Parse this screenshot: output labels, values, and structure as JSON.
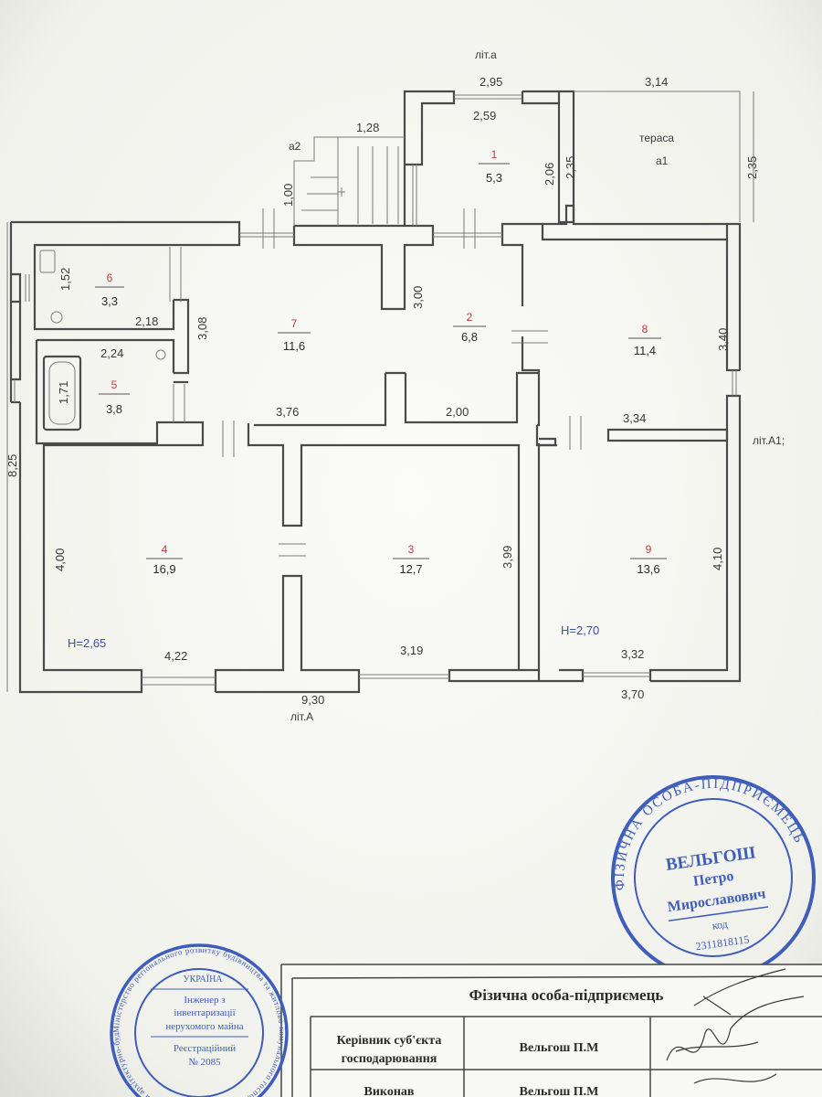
{
  "labels": {
    "lit_a_small": "літ.а",
    "lit_A": "літ.А",
    "lit_A1": "літ.А1;",
    "a2": "а2",
    "terrace_name": "тераса",
    "terrace_code": "а1",
    "h_left": "Н=2,65",
    "h_right": "Н=2,70"
  },
  "rooms": [
    {
      "num": "1",
      "area": "5,3"
    },
    {
      "num": "2",
      "area": "6,8"
    },
    {
      "num": "3",
      "area": "12,7"
    },
    {
      "num": "4",
      "area": "16,9"
    },
    {
      "num": "5",
      "area": "3,8"
    },
    {
      "num": "6",
      "area": "3,3"
    },
    {
      "num": "7",
      "area": "11,6"
    },
    {
      "num": "8",
      "area": "11,4"
    },
    {
      "num": "9",
      "area": "13,6"
    }
  ],
  "dims": {
    "d295": "2,95",
    "d314": "3,14",
    "d259": "2,59",
    "d128": "1,28",
    "d206": "2,06",
    "d235a": "2,35",
    "d235b": "2,35",
    "d100": "1,00",
    "d152": "1,52",
    "d218": "2,18",
    "d308": "3,08",
    "d300": "3,00",
    "d340": "3,40",
    "d224": "2,24",
    "d171": "1,71",
    "d376": "3,76",
    "d200": "2,00",
    "d334": "3,34",
    "d825": "8,25",
    "d400": "4,00",
    "d399": "3,99",
    "d410": "4,10",
    "d422": "4,22",
    "d319": "3,19",
    "d332": "3,32",
    "d930": "9,30",
    "d370": "3,70"
  },
  "stamp_right": {
    "ring": "ФІЗИЧНА ОСОБА-ПІДПРИЄМЕЦЬ",
    "name1": "ВЕЛЬГОШ",
    "name2": "Петро",
    "name3": "Мирославович",
    "code_label": "код",
    "code": "2311818115"
  },
  "stamp_left": {
    "ring": "Міністерство регіонального розвитку будівництва та житлово-комунального господарства України • Атестація архітектурно-будівельна",
    "country": "УКРАЇНА",
    "line1": "Інженер з",
    "line2": "інвентаризації",
    "line3": "нерухомого майна",
    "line4": "Реєстраційний",
    "line5": "№ 2085"
  },
  "table": {
    "title": "Фізична особа-підприємець",
    "row1_label_a": "Керівник суб'єкта",
    "row1_label_b": "господарювання",
    "row1_value": "Вельгош П.М",
    "row2_label": "Виконав",
    "row2_value": "Вельгош П.М"
  },
  "colors": {
    "paper": "#fbfbf8",
    "wall": "#4a4a4a",
    "room_number": "#c23a3a",
    "height": "#3b4fa8",
    "stamp": "#3f5dba"
  }
}
